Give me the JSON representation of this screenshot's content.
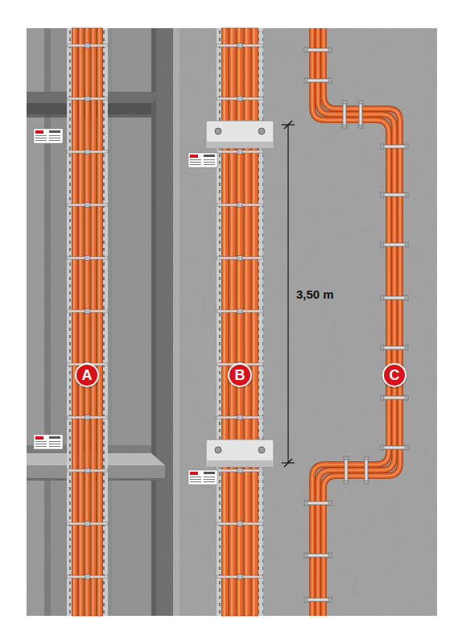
{
  "diagram": {
    "nodes": [
      {
        "text": [
          "A"
        ]
      },
      {
        "text": [
          "B"
        ]
      },
      {
        "text": [
          "C"
        ]
      }
    ],
    "labels": [
      "3,50 m"
    ]
  }
}
